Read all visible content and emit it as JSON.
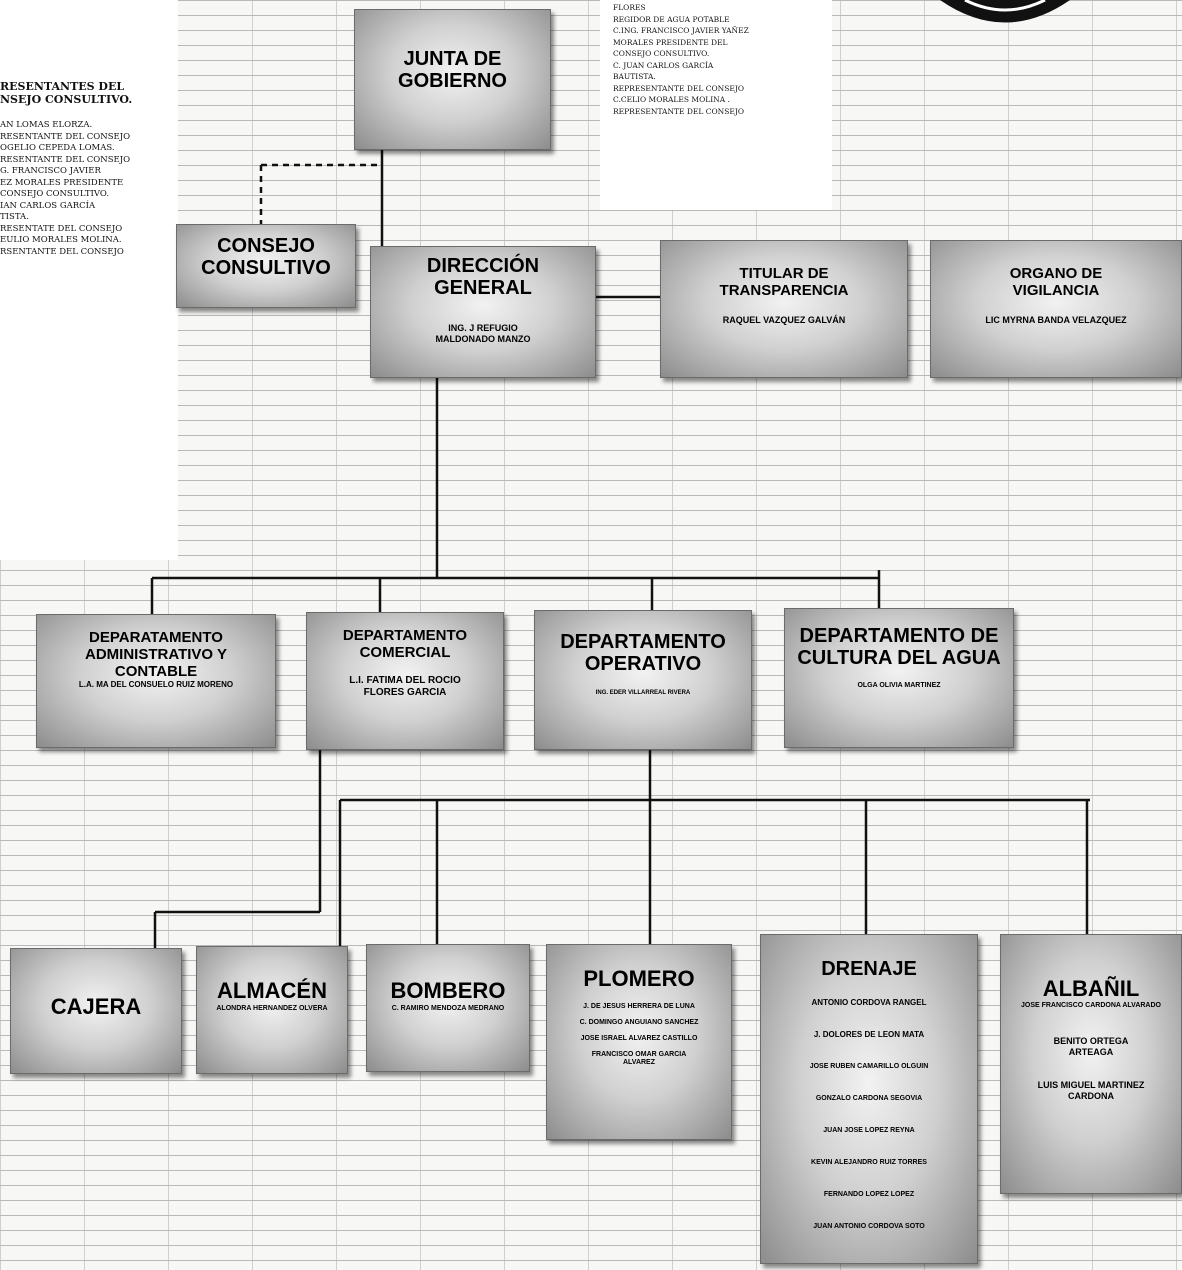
{
  "left_panel": {
    "heading": [
      "RESENTANTES DEL",
      "NSEJO CONSULTIVO."
    ],
    "lines": [
      "AN LOMAS ELORZA.",
      "RESENTANTE DEL CONSEJO",
      "OGELIO CEPEDA LOMAS.",
      "RESENTANTE DEL CONSEJO",
      "G. FRANCISCO JAVIER",
      "EZ MORALES PRESIDENTE",
      "CONSEJO CONSULTIVO.",
      "IAN CARLOS GARCÍA",
      "TISTA.",
      "RESENTATE DEL CONSEJO",
      "EULIO MORALES MOLINA.",
      "RSENTANTE DEL CONSEJO"
    ]
  },
  "top_panel": {
    "lines": [
      "FLORES",
      "REGIDOR DE AGUA POTABLE",
      "C.ING. FRANCISCO JAVIER YAÑEZ",
      "MORALES PRESIDENTE DEL",
      "CONSEJO CONSULTIVO.",
      "C. JUAN CARLOS GARCÍA",
      "BAUTISTA.",
      "REPRESENTANTE DEL CONSEJO",
      "C.CELIO MORALES MOLINA .",
      "REPRESENTANTE DEL CONSEJO"
    ]
  },
  "boxes": {
    "junta": {
      "title": "JUNTA DE GOBIERNO"
    },
    "consejo": {
      "title": "CONSEJO CONSULTIVO"
    },
    "direccion": {
      "title": "DIRECCIÓN GENERAL",
      "name": "ING. J REFUGIO MALDONADO MANZO"
    },
    "transparencia": {
      "title": "TITULAR DE TRANSPARENCIA",
      "name": "RAQUEL VAZQUEZ GALVÁN"
    },
    "vigilancia": {
      "title": "ORGANO DE VIGILANCIA",
      "name": "LIC MYRNA BANDA VELAZQUEZ"
    },
    "admin": {
      "title": "DEPARATAMENTO ADMINISTRATIVO Y CONTABLE",
      "name": "L.A. MA DEL CONSUELO RUIZ MORENO"
    },
    "comercial": {
      "title": "DEPARTAMENTO COMERCIAL",
      "name": "L.I. FATIMA DEL ROCIO FLORES GARCIA"
    },
    "operativo": {
      "title": "DEPARTAMENTO OPERATIVO",
      "name": "ING. EDER VILLARREAL RIVERA"
    },
    "cultura": {
      "title": "DEPARTAMENTO DE CULTURA DEL AGUA",
      "name": "OLGA OLIVIA MARTINEZ"
    },
    "cajera": {
      "title": "CAJERA"
    },
    "almacen": {
      "title": "ALMACÉN",
      "name": "ALONDRA HERNANDEZ OLVERA"
    },
    "bombero": {
      "title": "BOMBERO",
      "name": "C. RAMIRO MENDOZA MEDRANO"
    },
    "plomero": {
      "title": "PLOMERO",
      "names": [
        "J. DE JESUS HERRERA DE LUNA",
        "C. DOMINGO ANGUIANO SANCHEZ",
        "JOSE ISRAEL ALVAREZ CASTILLO",
        "FRANCISCO OMAR GARCIA ALVAREZ"
      ]
    },
    "drenaje": {
      "title": "DRENAJE",
      "names": [
        "ANTONIO CORDOVA RANGEL",
        "J. DOLORES DE LEON MATA",
        "JOSE RUBEN CAMARILLO OLGUIN",
        "GONZALO CARDONA SEGOVIA",
        "JUAN JOSE LOPEZ REYNA",
        "KEVIN ALEJANDRO RUIZ TORRES",
        "FERNANDO LOPEZ LOPEZ",
        "JUAN ANTONIO CORDOVA SOTO"
      ]
    },
    "albanil": {
      "title": "ALBAÑIL",
      "names": [
        "JOSE FRANCISCO CARDONA ALVARADO",
        "BENITO ORTEGA ARTEAGA",
        "LUIS MIGUEL MARTINEZ CARDONA"
      ]
    }
  }
}
